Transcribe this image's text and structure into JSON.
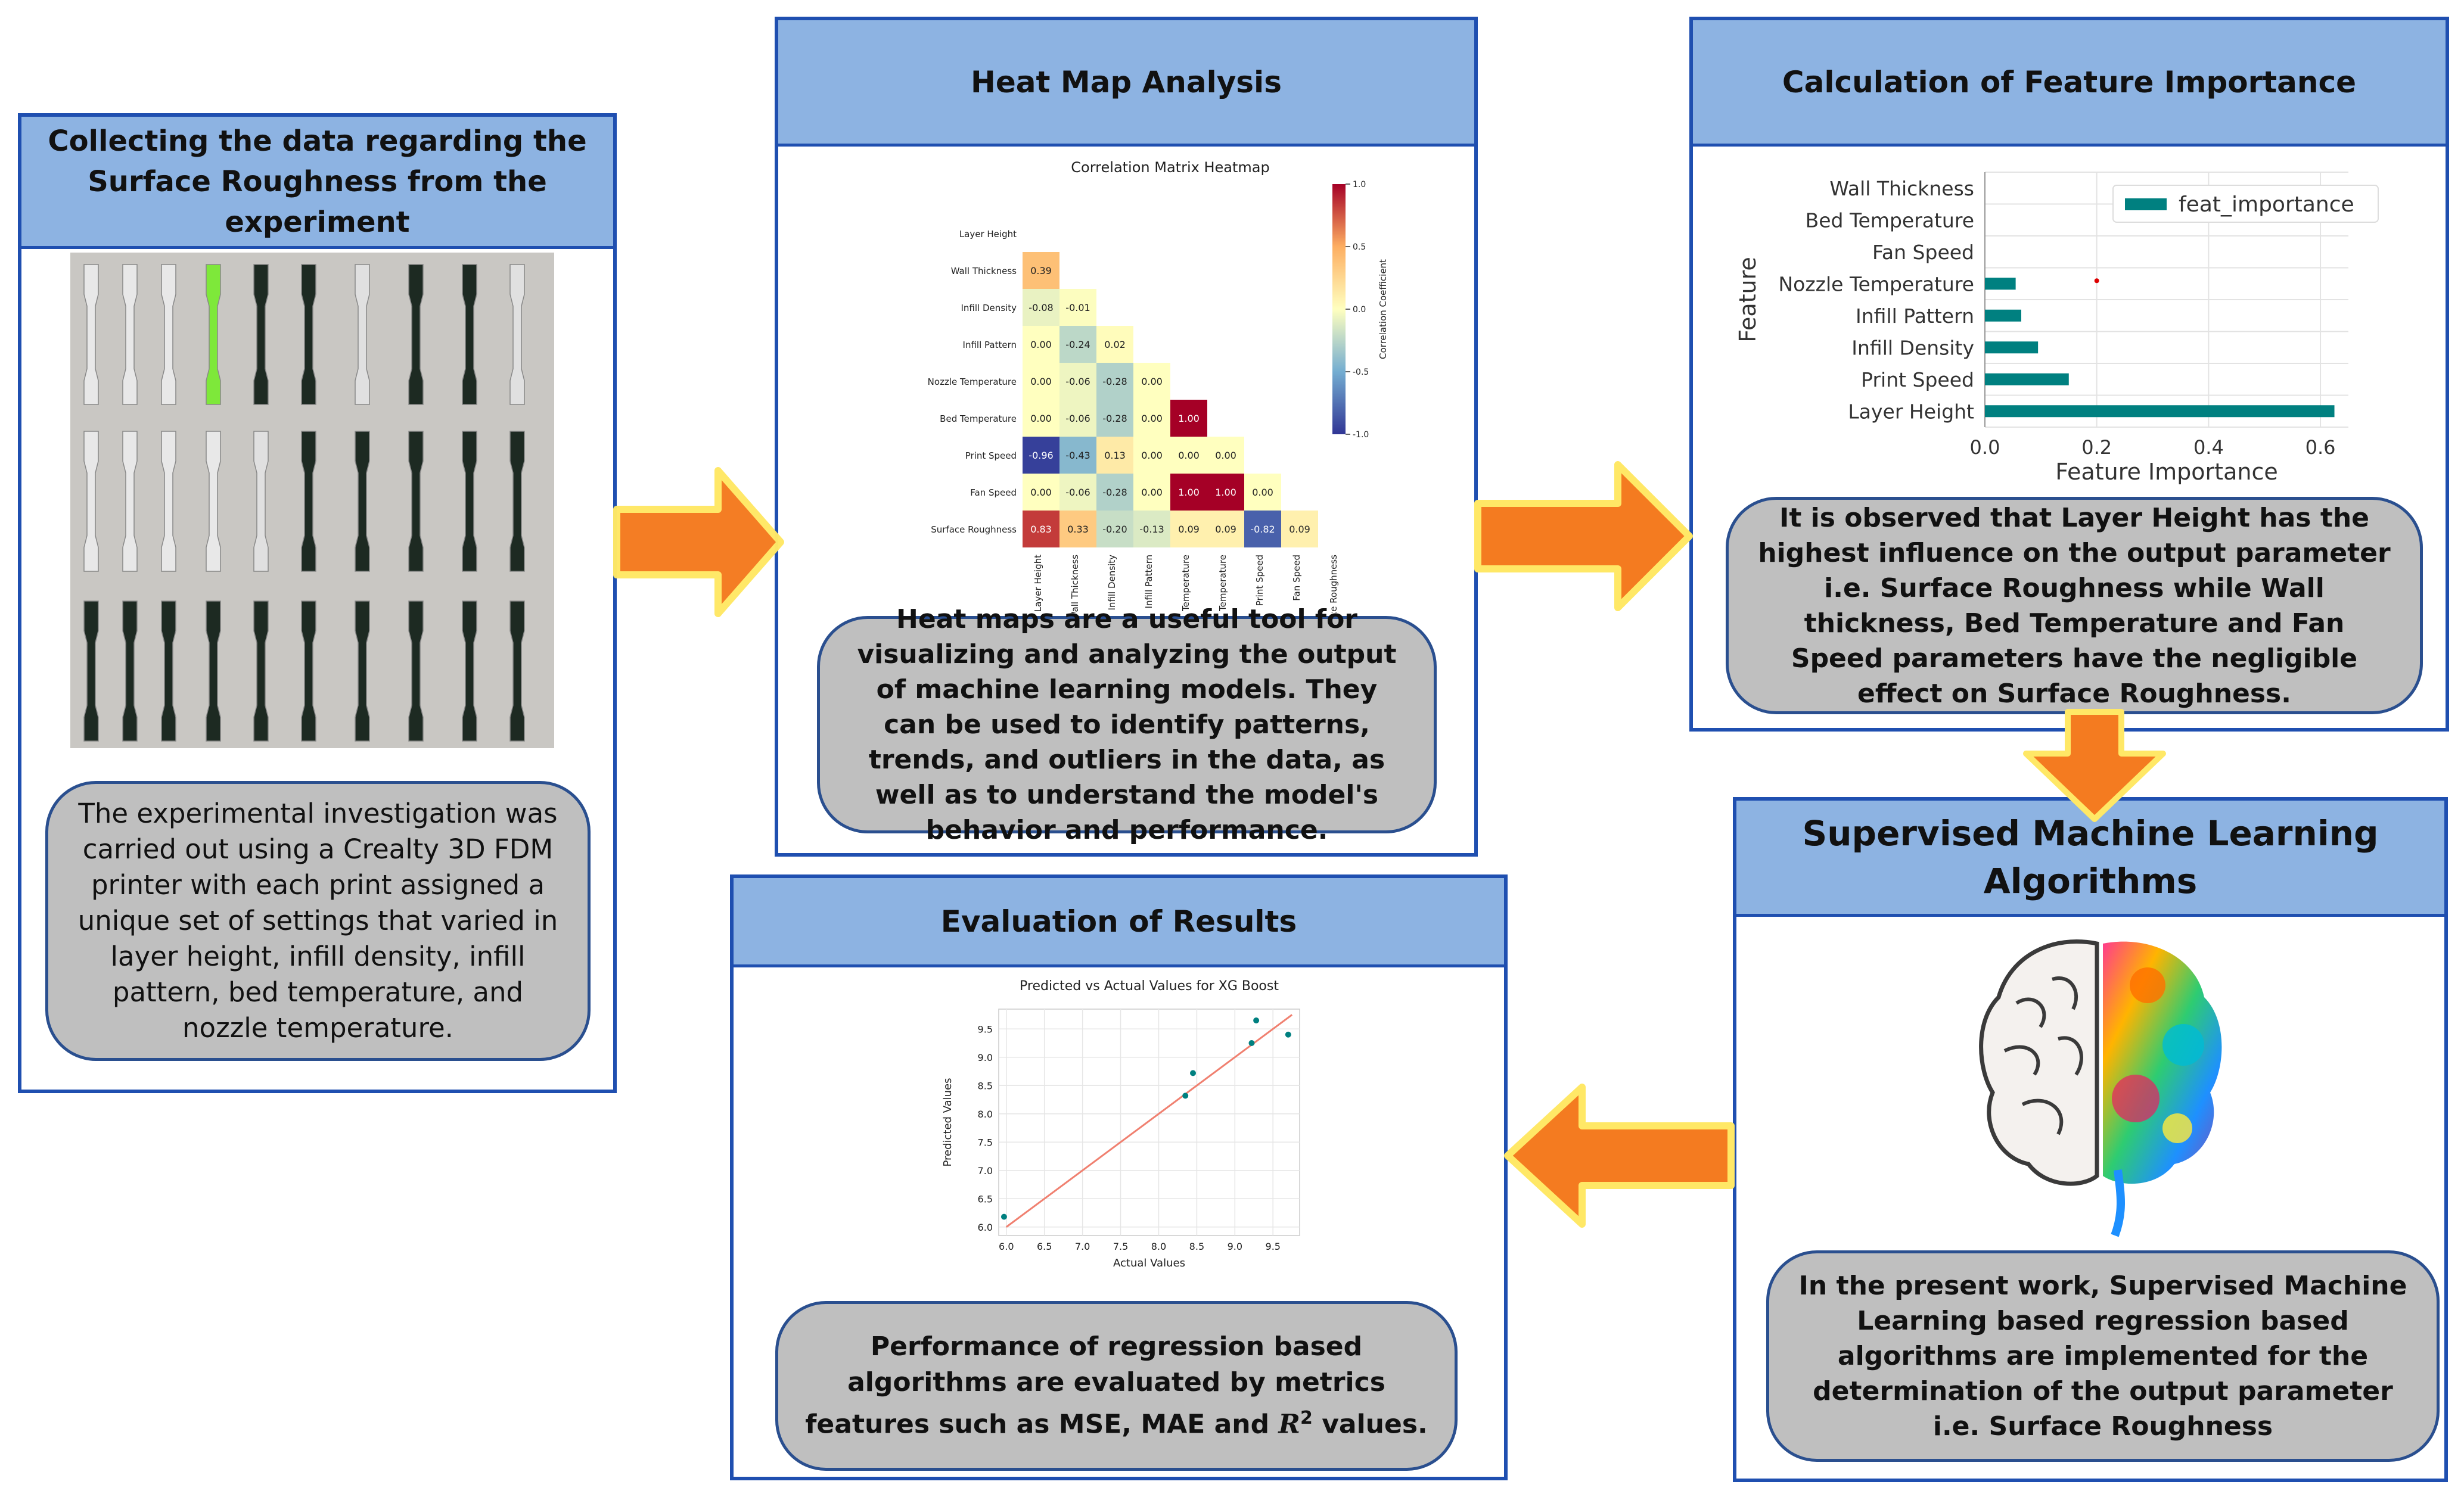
{
  "panel_collect": {
    "title": "Collecting the data regarding the Surface Roughness from the experiment",
    "text": "The experimental investigation was carried out using  a Crealty 3D FDM printer with each print assigned  a unique  set of settings that varied in layer height, infill density, infill pattern, bed temperature, and nozzle temperature."
  },
  "panel_heatmap": {
    "title": "Heat Map Analysis",
    "text": "Heat maps are a useful tool for visualizing and analyzing the output of machine learning models. They can be used to identify patterns, trends, and outliers in the data, as well  as to understand the model's behavior and performance."
  },
  "panel_importance": {
    "title": "Calculation of Feature Importance",
    "text": "It is observed that Layer Height has the highest influence on the output parameter i.e. Surface Roughness while Wall thickness, Bed Temperature and Fan Speed parameters have the negligible effect on Surface Roughness."
  },
  "panel_supervised": {
    "title": "Supervised Machine Learning Algorithms",
    "text": "In the present work, Supervised Machine Learning based regression based algorithms are implemented for the determination of the output parameter i.e. Surface Roughness"
  },
  "panel_evaluation": {
    "title": "Evaluation of Results",
    "text_prefix": "Performance of regression based algorithms are evaluated by metrics features such as MSE, MAE and ",
    "text_r": "R",
    "text_sup": "2",
    "text_suffix": " values."
  },
  "colors": {
    "panel_border": "#1f4fb0",
    "panel_header": "#8db3e2",
    "bubble": "#bfbfbf",
    "arrow": "#f47b20",
    "teal": "#008080"
  },
  "chart_data": [
    {
      "type": "heatmap",
      "title": "Correlation Matrix Heatmap",
      "labels": [
        "Layer Height",
        "Wall Thickness",
        "Infill Density",
        "Infill Pattern",
        "Nozzle Temperature",
        "Bed Temperature",
        "Print Speed",
        "Fan Speed",
        "Surface Roughness"
      ],
      "lower_triangle": [
        [],
        [
          0.39
        ],
        [
          -0.08,
          -0.01
        ],
        [
          0.0,
          -0.24,
          0.02
        ],
        [
          0.0,
          -0.06,
          -0.28,
          0.0
        ],
        [
          0.0,
          -0.06,
          -0.28,
          0.0,
          1.0
        ],
        [
          -0.96,
          -0.43,
          0.13,
          -0.0,
          -0.0,
          -0.0
        ],
        [
          -0.0,
          -0.06,
          -0.28,
          0.0,
          1.0,
          1.0,
          0.0
        ],
        [
          0.83,
          0.33,
          -0.2,
          -0.13,
          0.09,
          0.09,
          -0.82,
          0.09
        ]
      ],
      "colorbar_label": "Correlation Coefficient",
      "colorbar_ticks": [
        "1.0",
        "0.5",
        "0.0",
        "-0.5",
        "-1.0"
      ],
      "vmin": -1.0,
      "vmax": 1.0
    },
    {
      "type": "bar",
      "orientation": "horizontal",
      "categories": [
        "Wall Thickness",
        "Bed Temperature",
        "Fan Speed",
        "Nozzle Temperature",
        "Infill Pattern",
        "Infill Density",
        "Print Speed",
        "Layer Height"
      ],
      "values": [
        0.0,
        0.0,
        0.0,
        0.055,
        0.065,
        0.095,
        0.15,
        0.625
      ],
      "xlabel": "Feature Importance",
      "ylabel": "Feature",
      "legend": "feat_importance",
      "legend_position": "top-right",
      "xlim": [
        0,
        0.65
      ],
      "xticks": [
        "0.0",
        "0.2",
        "0.4",
        "0.6"
      ],
      "grid": true
    },
    {
      "type": "scatter",
      "title": "Predicted vs Actual Values for XG Boost",
      "xlabel": "Actual Values",
      "ylabel": "Predicted Values",
      "x": [
        5.97,
        8.35,
        8.45,
        9.22,
        9.28,
        9.7
      ],
      "y": [
        6.18,
        8.32,
        8.72,
        9.25,
        9.65,
        9.4
      ],
      "fit_line": [
        [
          6.0,
          6.0
        ],
        [
          9.75,
          9.75
        ]
      ],
      "xlim": [
        5.9,
        9.85
      ],
      "ylim": [
        5.85,
        9.85
      ],
      "xticks": [
        "6.0",
        "6.5",
        "7.0",
        "7.5",
        "8.0",
        "8.5",
        "9.0",
        "9.5"
      ],
      "yticks": [
        "6.0",
        "6.5",
        "7.0",
        "7.5",
        "8.0",
        "8.5",
        "9.0",
        "9.5"
      ],
      "grid": true
    }
  ]
}
